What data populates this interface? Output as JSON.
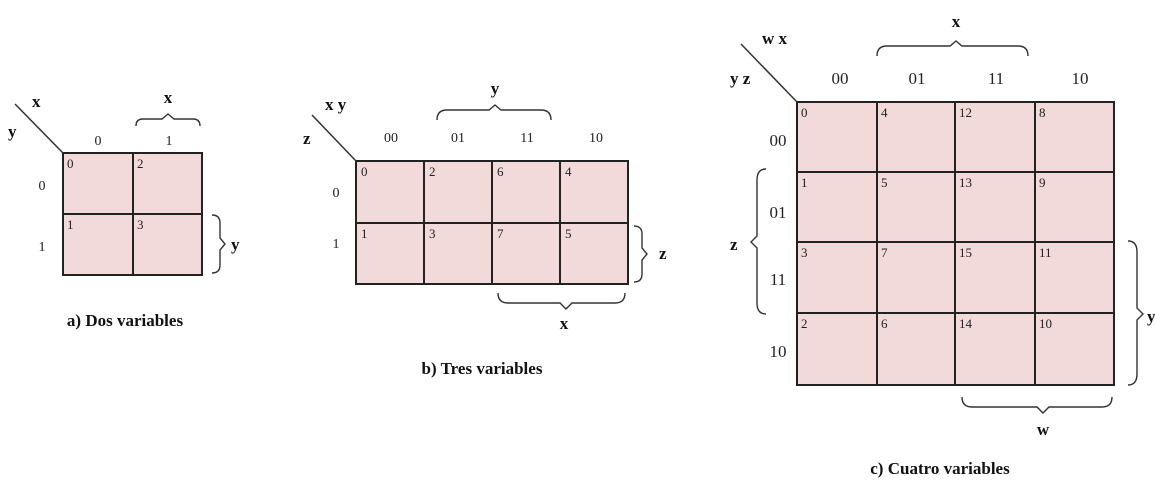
{
  "map2": {
    "corner_col": "x",
    "corner_row": "y",
    "col_headers": [
      "0",
      "1"
    ],
    "row_headers": [
      "0",
      "1"
    ],
    "cells": [
      [
        "0",
        "2"
      ],
      [
        "1",
        "3"
      ]
    ],
    "brace_top": "x",
    "brace_right": "y",
    "caption": "a) Dos variables"
  },
  "map3": {
    "corner_col": "x y",
    "corner_row": "z",
    "col_headers": [
      "00",
      "01",
      "11",
      "10"
    ],
    "row_headers": [
      "0",
      "1"
    ],
    "cells": [
      [
        "0",
        "2",
        "6",
        "4"
      ],
      [
        "1",
        "3",
        "7",
        "5"
      ]
    ],
    "brace_top": "y",
    "brace_right": "z",
    "brace_bottom": "x",
    "caption": "b) Tres variables"
  },
  "map4": {
    "corner_col": "w x",
    "corner_row": "y z",
    "col_headers": [
      "00",
      "01",
      "11",
      "10"
    ],
    "row_headers": [
      "00",
      "01",
      "11",
      "10"
    ],
    "cells": [
      [
        "0",
        "4",
        "12",
        "8"
      ],
      [
        "1",
        "5",
        "13",
        "9"
      ],
      [
        "3",
        "7",
        "15",
        "11"
      ],
      [
        "2",
        "6",
        "14",
        "10"
      ]
    ],
    "brace_top": "x",
    "brace_left": "z",
    "brace_right": "y",
    "brace_bottom": "w",
    "caption": "c) Cuatro variables"
  }
}
